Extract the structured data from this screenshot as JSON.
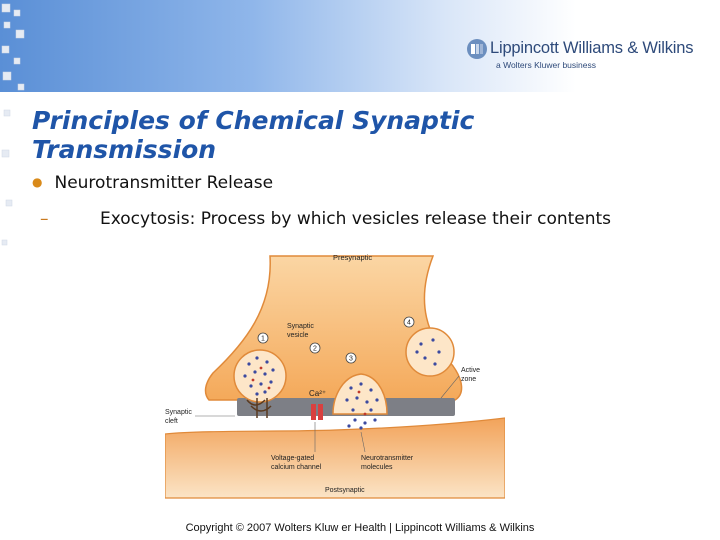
{
  "publisher": {
    "name": "Lippincott Williams & Wilkins",
    "tagline": "a Wolters Kluwer business"
  },
  "slide": {
    "title": "Principles of Chemical Synaptic Transmission",
    "bullet": "Neurotransmitter Release",
    "sub_bullet": "Exocytosis: Process by which vesicles release their contents"
  },
  "figure": {
    "labels": {
      "presynaptic": "Presynaptic",
      "postsynaptic": "Postsynaptic",
      "synaptic_vesicle_line1": "Synaptic",
      "synaptic_vesicle_line2": "vesicle",
      "active_zone_line1": "Active",
      "active_zone_line2": "zone",
      "synaptic_cleft_line1": "Synaptic",
      "synaptic_cleft_line2": "cleft",
      "calcium": "Ca²⁺",
      "channel_line1": "Voltage-gated",
      "channel_line2": "calcium channel",
      "nt_line1": "Neurotransmitter",
      "nt_line2": "molecules",
      "step1": "1",
      "step2": "2",
      "step3": "3",
      "step4": "4"
    }
  },
  "footer": {
    "copyright": "Copyright © 2007 Wolters Kluw er Health | Lippincott Williams & Wilkins"
  },
  "colors": {
    "title": "#1f55a8",
    "bullet_marker": "#d98a1a",
    "terminal": "#f4a95a"
  }
}
